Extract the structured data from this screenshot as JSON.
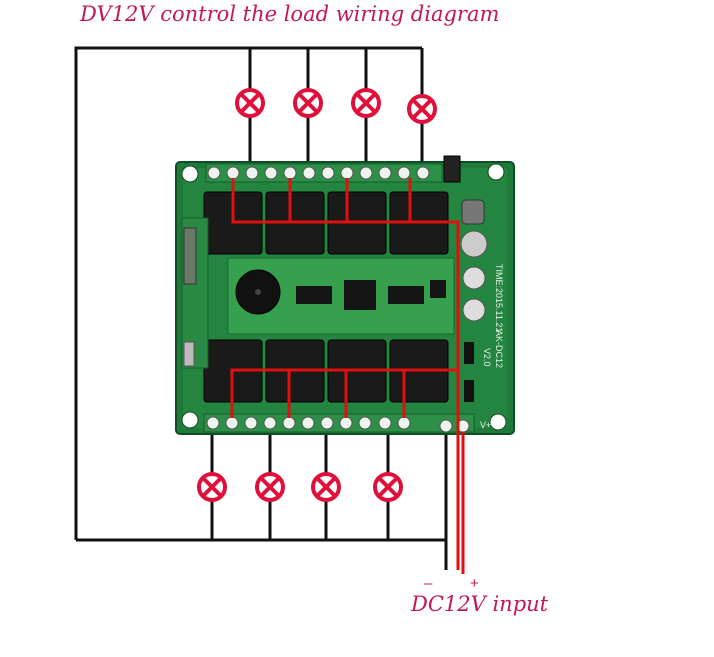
{
  "title": "DV12V control the load wiring diagram",
  "caption": "DC12V input",
  "polarity": {
    "minus": "–",
    "plus": "+"
  },
  "board": {
    "silkscreen": [
      "AK-DC12",
      "TIME:2015.11.21",
      "V2.0"
    ],
    "terminal_labels": {
      "vplus": "V+"
    }
  },
  "loads": {
    "top_count": 4,
    "bottom_count": 4
  },
  "colors": {
    "load_lamp": "#e0103a",
    "wire_black": "#111111",
    "wire_red": "#e01010",
    "pcb_green": "#1f7a3a",
    "text_accent": "#c2185b"
  }
}
